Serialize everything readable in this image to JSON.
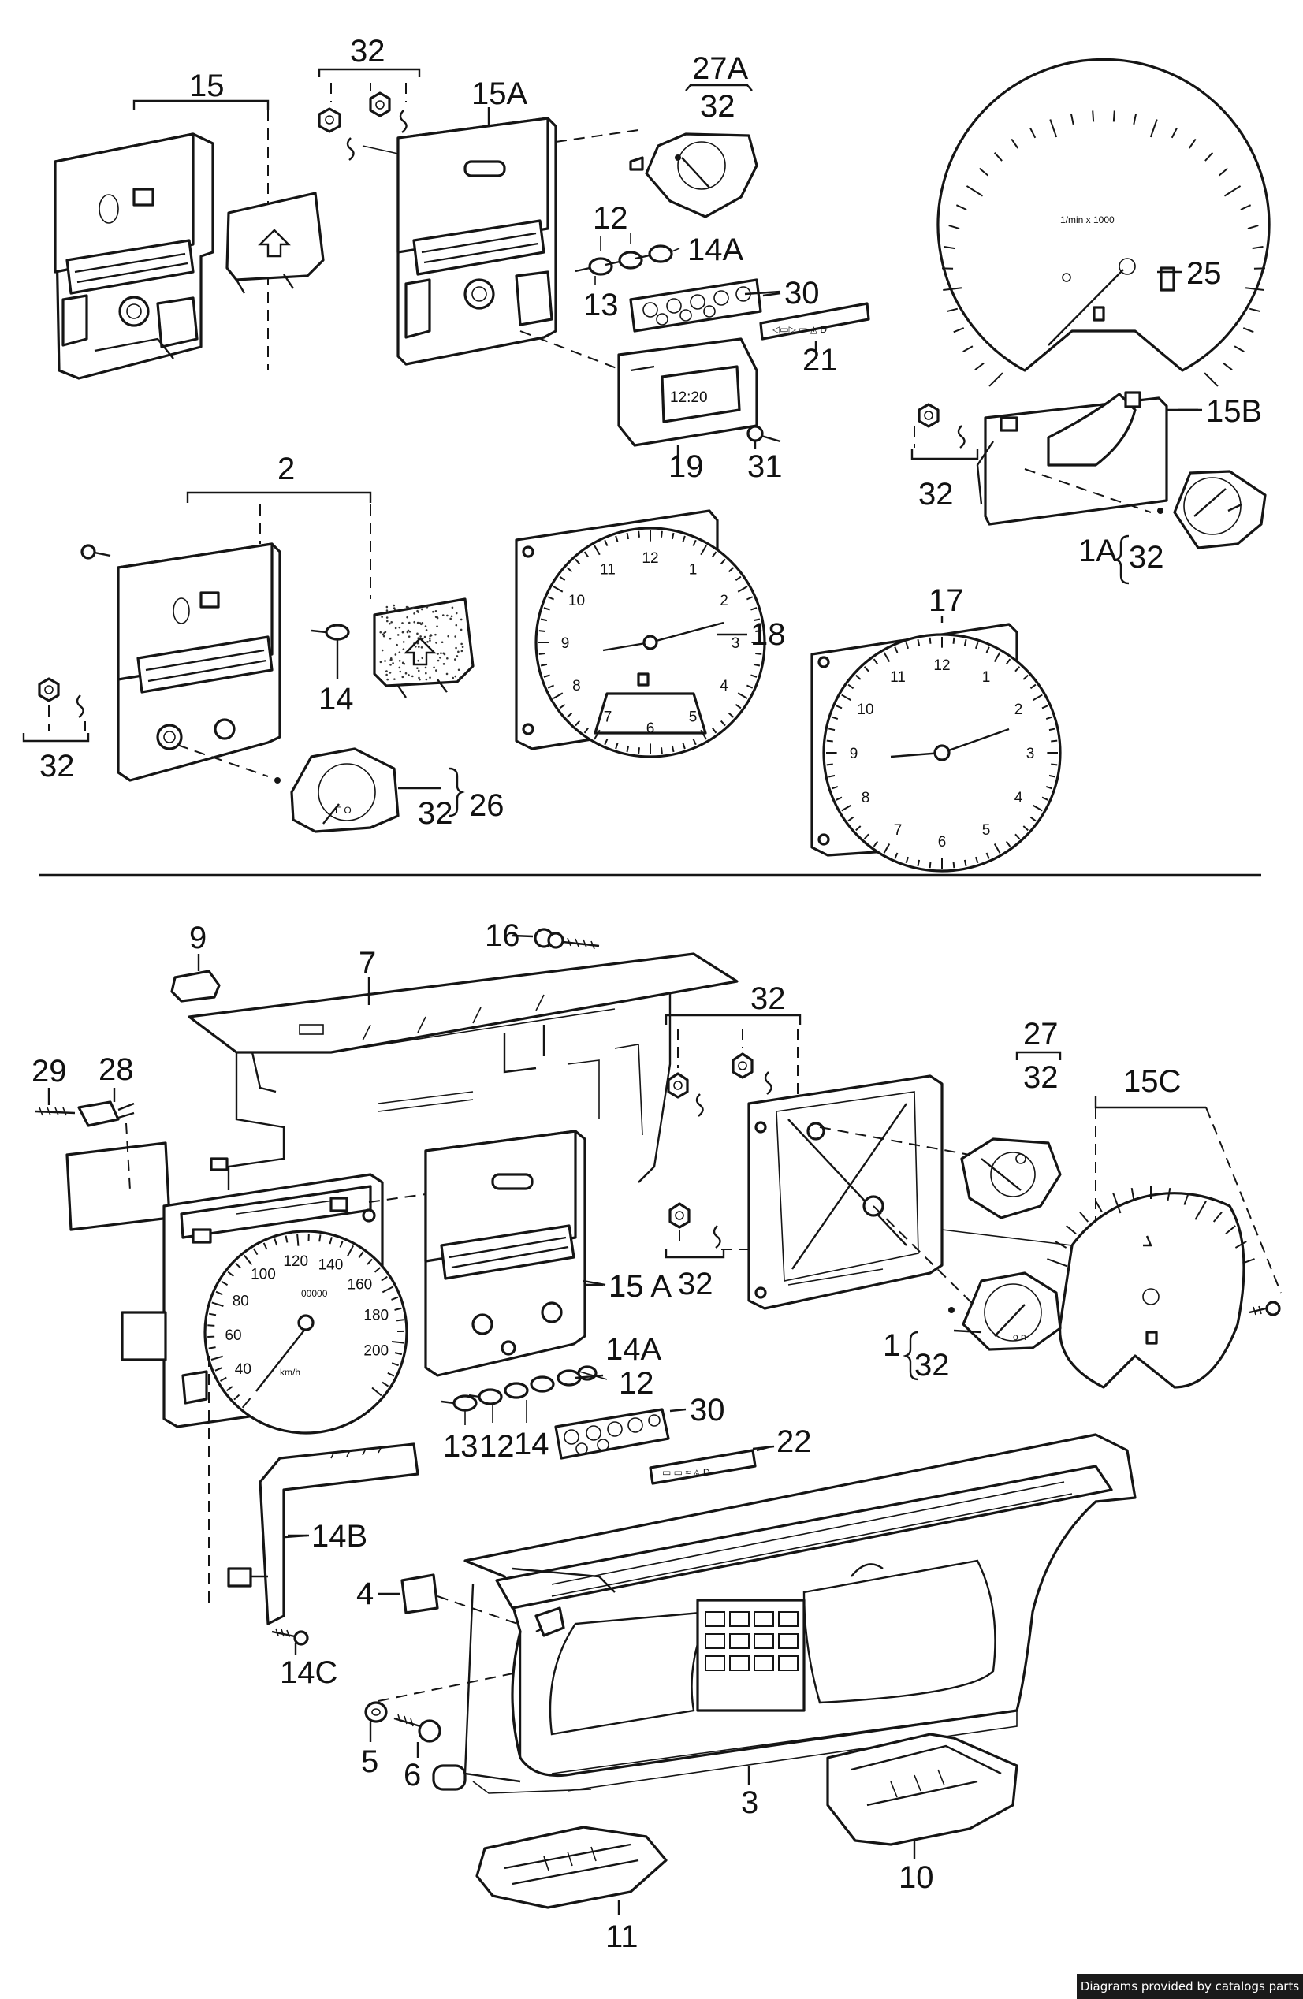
{
  "labels": {
    "l15": "15",
    "l32a": "32",
    "l15a": "15A",
    "l27a": "27A",
    "l32b": "32",
    "l12a": "12",
    "l14a": "14A",
    "l13a": "13",
    "l30a": "30",
    "l21": "21",
    "l19": "19",
    "l31": "31",
    "l25": "25",
    "l15b": "15B",
    "l32c": "32",
    "l1a": "1A",
    "l32d": "32",
    "l2": "2",
    "l14": "14",
    "l32e": "32",
    "l32f": "32",
    "l26": "26",
    "l18": "18",
    "l17": "17",
    "l9": "9",
    "l16": "16",
    "l7": "7",
    "l32g": "32",
    "l27": "27",
    "l32h": "32",
    "l29": "29",
    "l28": "28",
    "l15c": "15C",
    "l15a2": "15 A",
    "l32i": "32",
    "l1": "1",
    "l32j": "32",
    "l14a2": "14A",
    "l12b": "12",
    "l30b": "30",
    "l13b": "13",
    "l12c": "12",
    "l14b": "14",
    "l22": "22",
    "l14B": "14B",
    "l4": "4",
    "l14C": "14C",
    "l5": "5",
    "l6": "6",
    "l3": "3",
    "l10": "10",
    "l11": "11"
  },
  "dials": {
    "tach_caption": "1/min x 1000",
    "speedo_caption": "km/h",
    "speedo_odometer": "00000",
    "clock_display": "12:20",
    "clock_numbers": [
      "12",
      "1",
      "2",
      "3",
      "4",
      "5",
      "6",
      "7",
      "8",
      "9",
      "10",
      "11"
    ],
    "speedo_numbers": [
      "40",
      "60",
      "80",
      "100",
      "120",
      "140",
      "160",
      "180",
      "200"
    ]
  },
  "credit": "Diagrams provided by catalogs parts"
}
